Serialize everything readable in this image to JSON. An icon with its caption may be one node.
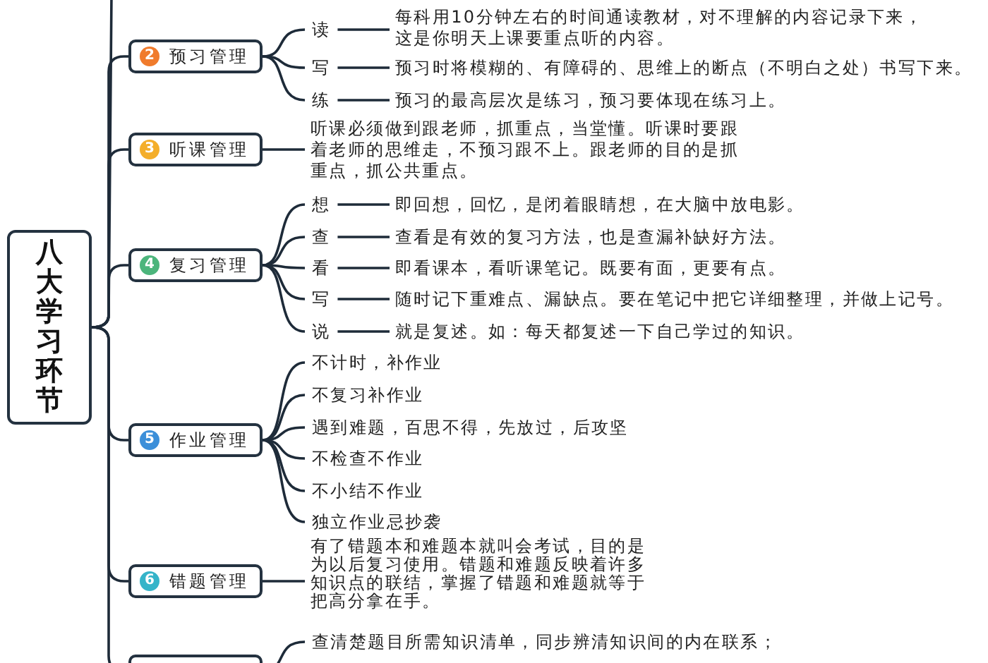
{
  "diagram": {
    "nodes": [
      {
        "text": [
          "八大学习环节"
        ]
      },
      {
        "text": [
          "2",
          "预习管理"
        ]
      },
      {
        "text": [
          "读"
        ]
      },
      {
        "text": [
          "每科用10分钟左右的时间通读教材，对不理解的内容记录下来，这是你明天上课要重点听的内容。"
        ]
      },
      {
        "text": [
          "写"
        ]
      },
      {
        "text": [
          "预习时将模糊的、有障碍的、思维上的断点（不明白之处）书写下来。"
        ]
      },
      {
        "text": [
          "练"
        ]
      },
      {
        "text": [
          "预习的最高层次是练习，预习要体现在练习上。"
        ]
      },
      {
        "text": [
          "3",
          "听课管理"
        ]
      },
      {
        "text": [
          "听课必须做到跟老师，抓重点，当堂懂。听课时要跟着老师的思维走，不预习跟不上。跟老师的目的是抓重点，抓公共重点。"
        ]
      },
      {
        "text": [
          "4",
          "复习管理"
        ]
      },
      {
        "text": [
          "想"
        ]
      },
      {
        "text": [
          "即回想，回忆，是闭着眼睛想，在大脑中放电影。"
        ]
      },
      {
        "text": [
          "查"
        ]
      },
      {
        "text": [
          "查看是有效的复习方法，也是查漏补缺好方法。"
        ]
      },
      {
        "text": [
          "看"
        ]
      },
      {
        "text": [
          "即看课本，看听课笔记。既要有面，更要有点。"
        ]
      },
      {
        "text": [
          "写"
        ]
      },
      {
        "text": [
          "随时记下重难点、漏缺点。要在笔记中把它详细整理，并做上记号。"
        ]
      },
      {
        "text": [
          "说"
        ]
      },
      {
        "text": [
          "就是复述。如：每天都复述一下自己学过的知识。"
        ]
      },
      {
        "text": [
          "5",
          "作业管理"
        ]
      },
      {
        "text": [
          "不计时，补作业"
        ]
      },
      {
        "text": [
          "不复习补作业"
        ]
      },
      {
        "text": [
          "遇到难题，百思不得，先放过，后攻坚"
        ]
      },
      {
        "text": [
          "不检查不作业"
        ]
      },
      {
        "text": [
          "不小结不作业"
        ]
      },
      {
        "text": [
          "独立作业忌抄袭"
        ]
      },
      {
        "text": [
          "6",
          "错题管理"
        ]
      },
      {
        "text": [
          "有了错题本和难题本就叫会考试，目的是为以后复习使用。错题和难题反映着许多知识点的联结，掌握了错题和难题就等于把高分拿在手。"
        ]
      },
      {
        "text": [],
        "shape": "box"
      },
      {
        "text": [
          "查清楚题目所需知识清单，同步辨清知识间的内在联系；"
        ]
      }
    ],
    "edges": [
      {
        "from": 0,
        "to": null,
        "arrow": "none"
      },
      {
        "from": 0,
        "to": 1,
        "arrow": "none"
      },
      {
        "from": 1,
        "to": 2,
        "arrow": "none"
      },
      {
        "from": 2,
        "to": 3,
        "arrow": "none"
      },
      {
        "from": 1,
        "to": 4,
        "arrow": "none"
      },
      {
        "from": 4,
        "to": 5,
        "arrow": "none"
      },
      {
        "from": 1,
        "to": 6,
        "arrow": "none"
      },
      {
        "from": 6,
        "to": 7,
        "arrow": "none"
      },
      {
        "from": 0,
        "to": 8,
        "arrow": "none"
      },
      {
        "from": 8,
        "to": 9,
        "arrow": "none"
      },
      {
        "from": 0,
        "to": 10,
        "arrow": "none"
      },
      {
        "from": 10,
        "to": 11,
        "arrow": "none"
      },
      {
        "from": 11,
        "to": 12,
        "arrow": "none"
      },
      {
        "from": 10,
        "to": 13,
        "arrow": "none"
      },
      {
        "from": 13,
        "to": 14,
        "arrow": "none"
      },
      {
        "from": 10,
        "to": 15,
        "arrow": "none"
      },
      {
        "from": 15,
        "to": 16,
        "arrow": "none"
      },
      {
        "from": 10,
        "to": 17,
        "arrow": "none"
      },
      {
        "from": 17,
        "to": 18,
        "arrow": "none"
      },
      {
        "from": 10,
        "to": 19,
        "arrow": "none"
      },
      {
        "from": 19,
        "to": 20,
        "arrow": "none"
      },
      {
        "from": 0,
        "to": 21,
        "arrow": "none"
      },
      {
        "from": 21,
        "to": 22,
        "arrow": "none"
      },
      {
        "from": 21,
        "to": 23,
        "arrow": "none"
      },
      {
        "from": 21,
        "to": 24,
        "arrow": "none"
      },
      {
        "from": 21,
        "to": 25,
        "arrow": "none"
      },
      {
        "from": 21,
        "to": 26,
        "arrow": "none"
      },
      {
        "from": 21,
        "to": 27,
        "arrow": "none"
      },
      {
        "from": 0,
        "to": 28,
        "arrow": "none"
      },
      {
        "from": 28,
        "to": 29,
        "arrow": "none"
      },
      {
        "from": 0,
        "to": 30,
        "arrow": "none"
      },
      {
        "from": 30,
        "to": 31,
        "arrow": "none"
      }
    ]
  }
}
